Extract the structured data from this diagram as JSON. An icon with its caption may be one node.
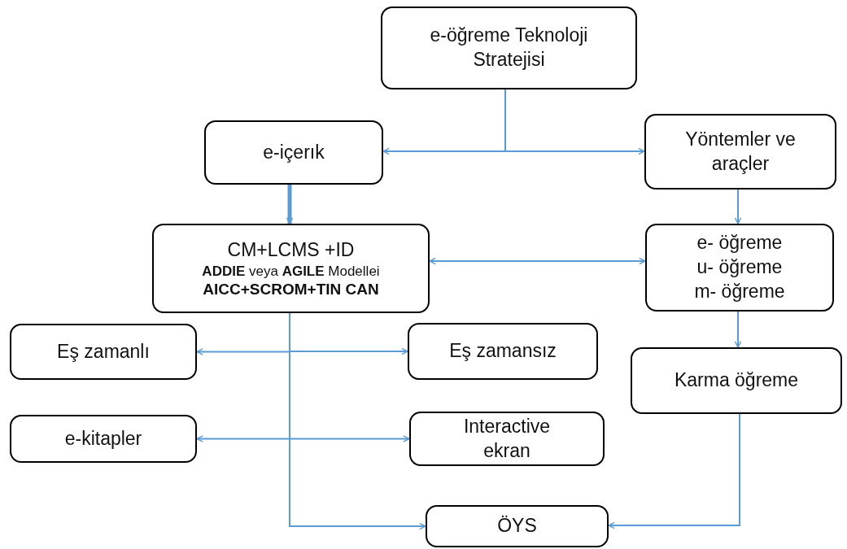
{
  "diagram": {
    "nodes": [
      {
        "text": [
          "e-öğreme Teknoloji Stratejisi"
        ]
      },
      {
        "text": [
          "e-içerık"
        ]
      },
      {
        "text": [
          "Yöntemler ve araçler"
        ]
      },
      {
        "text": [
          "CM+LCMS +ID",
          "**ADDIE** veya **AGILE** Modellei",
          "AICC+SCROM+TIN CAN"
        ]
      },
      {
        "text": [
          "e- öğreme",
          "u- öğreme",
          "m- öğreme"
        ]
      },
      {
        "text": [
          "Eş zamanlı"
        ]
      },
      {
        "text": [
          "Eş zamansız"
        ]
      },
      {
        "text": [
          "Karma öğreme"
        ]
      },
      {
        "text": [
          "e-kitapler"
        ]
      },
      {
        "text": [
          "Interactive ekran"
        ]
      },
      {
        "text": [
          "ÖYS"
        ]
      }
    ],
    "edges": [
      {
        "from": 0,
        "to": 1,
        "arrow": "to"
      },
      {
        "from": 0,
        "to": 2,
        "arrow": "to"
      },
      {
        "from": 1,
        "to": 3,
        "arrow": "to",
        "style": "thick"
      },
      {
        "from": 3,
        "to": 4,
        "arrow": "both"
      },
      {
        "from": 2,
        "to": 4,
        "arrow": "to"
      },
      {
        "from": 4,
        "to": 7,
        "arrow": "to"
      },
      {
        "from": 3,
        "to": 5,
        "arrow": "to"
      },
      {
        "from": 3,
        "to": 6,
        "arrow": "to"
      },
      {
        "from": 3,
        "to": 8,
        "arrow": "to"
      },
      {
        "from": 3,
        "to": 9,
        "arrow": "to"
      },
      {
        "from": 3,
        "to": 10,
        "arrow": "to"
      },
      {
        "from": 7,
        "to": 10,
        "arrow": "to"
      }
    ]
  }
}
